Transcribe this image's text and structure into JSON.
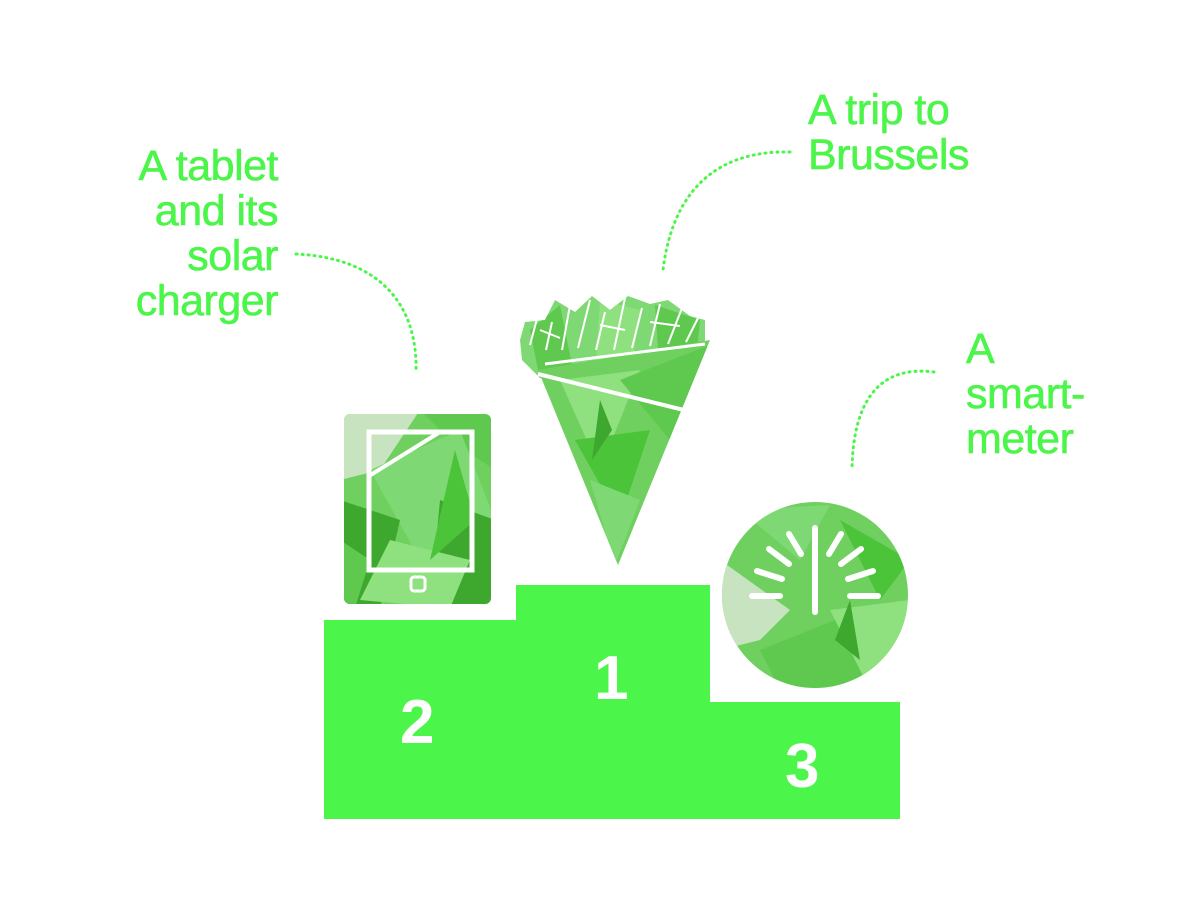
{
  "colors": {
    "accent": "#4cf54a",
    "illustration_light": "#7ed975",
    "illustration_mid": "#5fc94f",
    "illustration_dark": "#3ea82e",
    "illustration_pale": "#c8e3c0"
  },
  "prizes": [
    {
      "rank": "1",
      "lines": [
        "A trip to",
        "Brussels"
      ],
      "icon": "fries-cone-icon"
    },
    {
      "rank": "2",
      "lines": [
        "A tablet",
        "and its",
        "solar",
        "charger"
      ],
      "icon": "tablet-icon"
    },
    {
      "rank": "3",
      "lines": [
        "A",
        "smart-",
        "meter"
      ],
      "icon": "smart-meter-icon"
    }
  ]
}
